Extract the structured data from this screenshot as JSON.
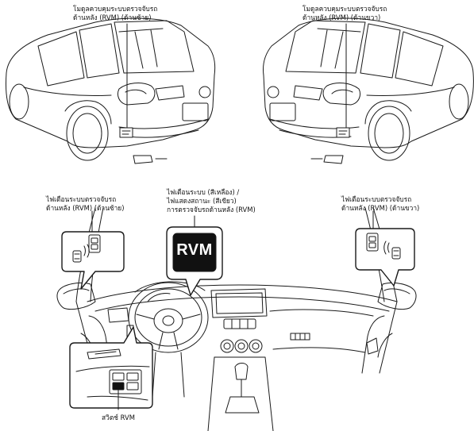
{
  "labels": {
    "rear_module_left": {
      "line1": "โมดูลควบคุมระบบตรวจจับรถ",
      "line2": "ด้านหลัง (RVM) (ด้านซ้าย)"
    },
    "rear_module_right": {
      "line1": "โมดูลควบคุมระบบตรวจจับรถ",
      "line2": "ด้านหลัง (RVM) (ด้านขวา)"
    },
    "warning_left": {
      "line1": "ไฟเตือนระบบตรวจจับรถ",
      "line2": "ด้านหลัง (RVM) (ด้านซ้าย)"
    },
    "warning_right": {
      "line1": "ไฟเตือนระบบตรวจจับรถ",
      "line2": "ด้านหลัง (RVM) (ด้านขวา)"
    },
    "system_warning": {
      "line1": "ไฟเตือนระบบ (สีเหลือง) /",
      "line2": "ไฟแสดงสถานะ (สีเขียว)",
      "line3": "การตรวจจับรถด้านหลัง (RVM)"
    },
    "rvm_switch": "สวิตช์ RVM"
  },
  "indicator_text": "RVM",
  "colors": {
    "line": "#1a1a1a",
    "fill": "#ffffff",
    "indicator_bg": "#111111",
    "indicator_text": "#ffffff"
  }
}
